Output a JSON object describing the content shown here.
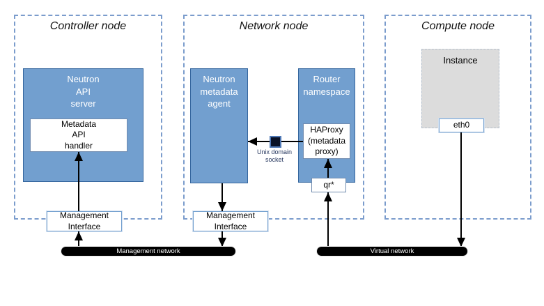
{
  "diagram": {
    "kind": "neutron-metadata-architecture"
  },
  "nodes": {
    "controller": {
      "title": "Controller node"
    },
    "network": {
      "title": "Network node"
    },
    "compute": {
      "title": "Compute node"
    }
  },
  "controller": {
    "api_server": "Neutron\nAPI\nserver",
    "metadata_handler": "Metadata\nAPI\nhandler",
    "mgmt_interface": "Management\nInterface"
  },
  "network": {
    "metadata_agent": "Neutron\nmetadata\nagent",
    "router_namespace": "Router\nnamespace",
    "haproxy": "HAProxy\n(metadata\nproxy)",
    "qr": "qr*",
    "mgmt_interface": "Management\nInterface",
    "socket_label": "Unix domain\nsocket"
  },
  "compute": {
    "instance": "Instance",
    "eth0": "eth0"
  },
  "networks": {
    "management": "Management network",
    "virtual": "Virtual network"
  },
  "colors": {
    "box_blue_fill": "#729fcf",
    "box_blue_border": "#34659d",
    "node_dashed_border": "#7b9ccc",
    "instance_gray": "#dcdcdc",
    "network_bar": "#000000",
    "box_text_on_blue": "#ffffff",
    "socket_square_fill": "#0a1226",
    "socket_square_border": "#4f78b5"
  }
}
